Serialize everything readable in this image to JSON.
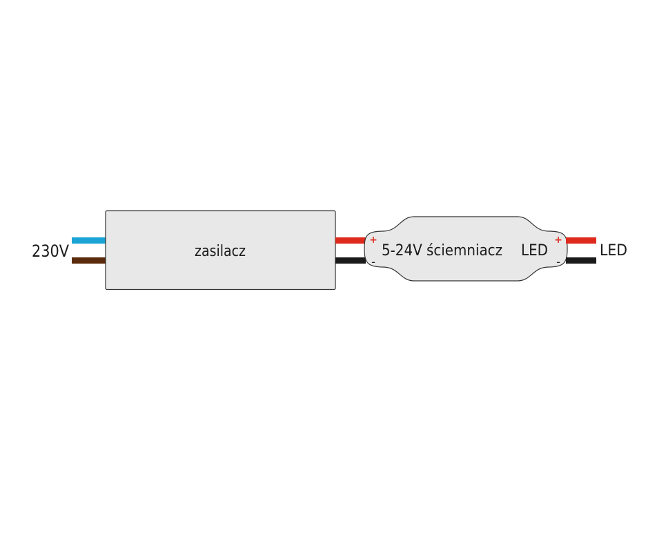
{
  "input_label": "230V",
  "power_supply": {
    "label": "zasilacz"
  },
  "dimmer": {
    "label": "5-24V ściemniacz",
    "output_label": "LED",
    "input_plus": "+",
    "input_minus": "-",
    "output_plus": "+",
    "output_minus": "-"
  },
  "output_label": "LED",
  "colors": {
    "wire_blue": "#1aa3d4",
    "wire_brown": "#5a2a0c",
    "wire_red": "#dd2a1c",
    "wire_black": "#1a1a1a",
    "box_fill": "#e8e8e8",
    "box_stroke": "#333333",
    "polarity_red": "#dd2a1c",
    "polarity_black": "#222222"
  }
}
